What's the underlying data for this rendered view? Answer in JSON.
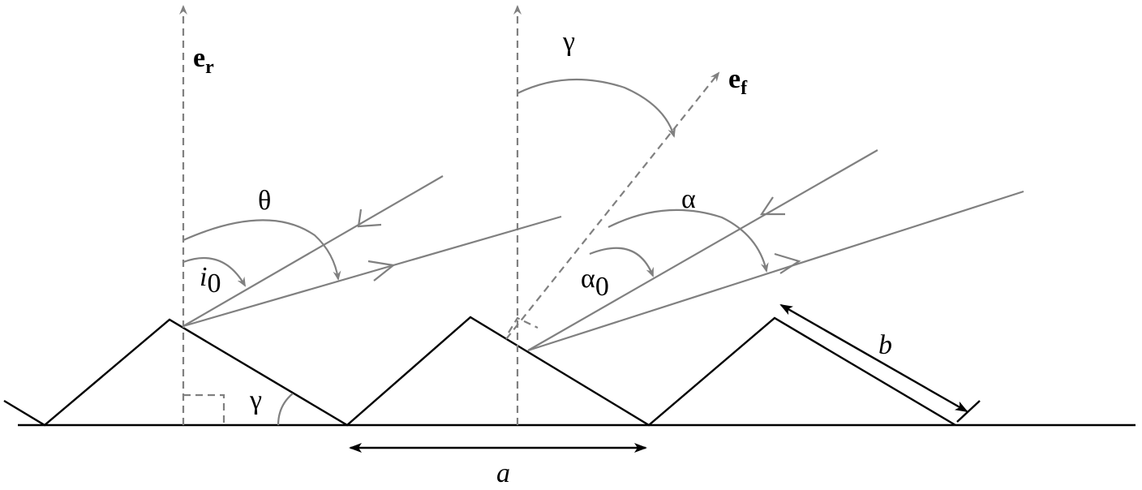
{
  "labels": {
    "e_r": "e",
    "e_r_sub": "r",
    "e_f": "e",
    "e_f_sub": "f",
    "theta": "θ",
    "i0": "i",
    "i0_sub": "0",
    "gamma_bottom": "γ",
    "gamma_top": "γ",
    "alpha": "α",
    "alpha0": "α",
    "alpha0_sub": "0",
    "a": "a",
    "b": "b"
  },
  "colors": {
    "rays": "#808080",
    "profile": "#000000"
  }
}
